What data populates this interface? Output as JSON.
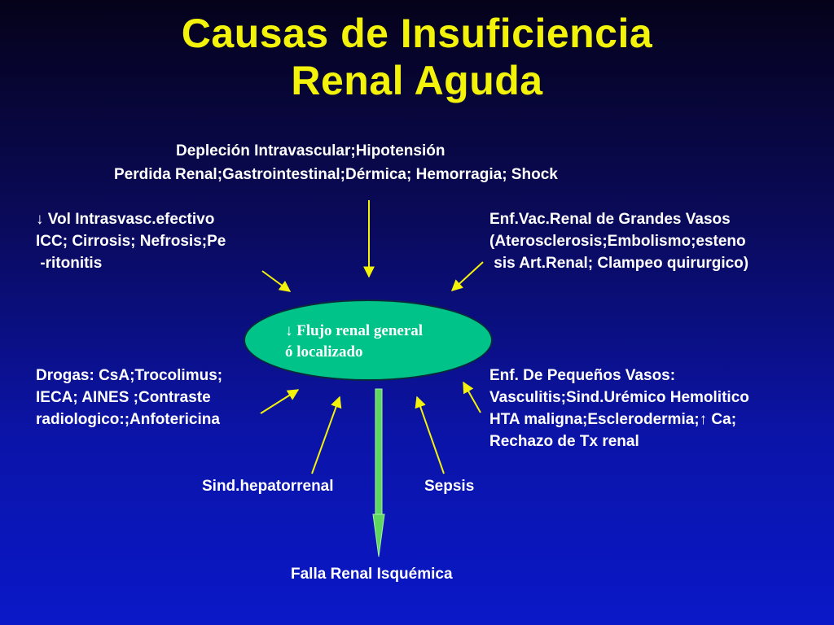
{
  "title": {
    "line1": "Causas de Insuficiencia",
    "line2": "Renal Aguda"
  },
  "top": {
    "line1": "Depleción Intravascular;Hipotensión",
    "line2": "Perdida Renal;Gastrointestinal;Dérmica; Hemorragia; Shock"
  },
  "left_top": {
    "line1": "↓   Vol Intrasvasc.efectivo",
    "line2": "ICC; Cirrosis; Nefrosis;Pe",
    "line3": " -ritonitis"
  },
  "right_top": {
    "line1": "Enf.Vac.Renal de Grandes Vasos",
    "line2": "(Aterosclerosis;Embolismo;esteno",
    "line3": " sis Art.Renal; Clampeo quirurgico)"
  },
  "center": {
    "line1": "↓ Flujo renal general",
    "line2": "ó localizado"
  },
  "left_bottom": {
    "line1": "Drogas: CsA;Trocolimus;",
    "line2": "IECA; AINES ;Contraste",
    "line3": "radiologico:;Anfotericina"
  },
  "right_bottom": {
    "line1": "Enf. De Pequeños Vasos:",
    "line2": "Vasculitis;Sind.Urémico Hemolitico",
    "line3": "HTA maligna;Esclerodermia;↑ Ca;",
    "line4": "Rechazo de Tx renal"
  },
  "hepato": "Sind.hepatorrenal",
  "sepsis": "Sepsis",
  "outcome": "Falla Renal Isquémica",
  "colors": {
    "title": "#f2f20a",
    "arrow": "#f2f20a",
    "ellipse": "#00c38a",
    "down_arrow": "#5fd65f",
    "text": "#ffffff"
  }
}
